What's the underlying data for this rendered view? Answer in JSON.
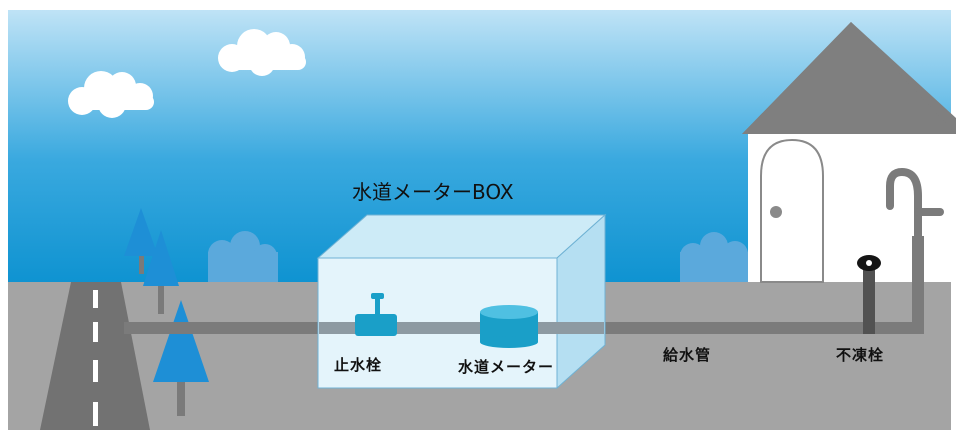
{
  "labels": {
    "box": "水道メーターBOX",
    "stop_valve": "止水栓",
    "water_meter": "水道メーター",
    "supply_pipe": "給水管",
    "antifreeze_valve": "不凍栓"
  },
  "colors": {
    "sky_top": "#bfe3f6",
    "sky_bottom": "#0f93d1",
    "ground": "#a4a4a4",
    "pipe": "#7b7b7b",
    "tree": "#1e8fd6",
    "box_front": "#e4f4fb",
    "device": "#1a9fc8",
    "house_roof": "#7f7f7f",
    "house_wall": "#ffffff"
  }
}
